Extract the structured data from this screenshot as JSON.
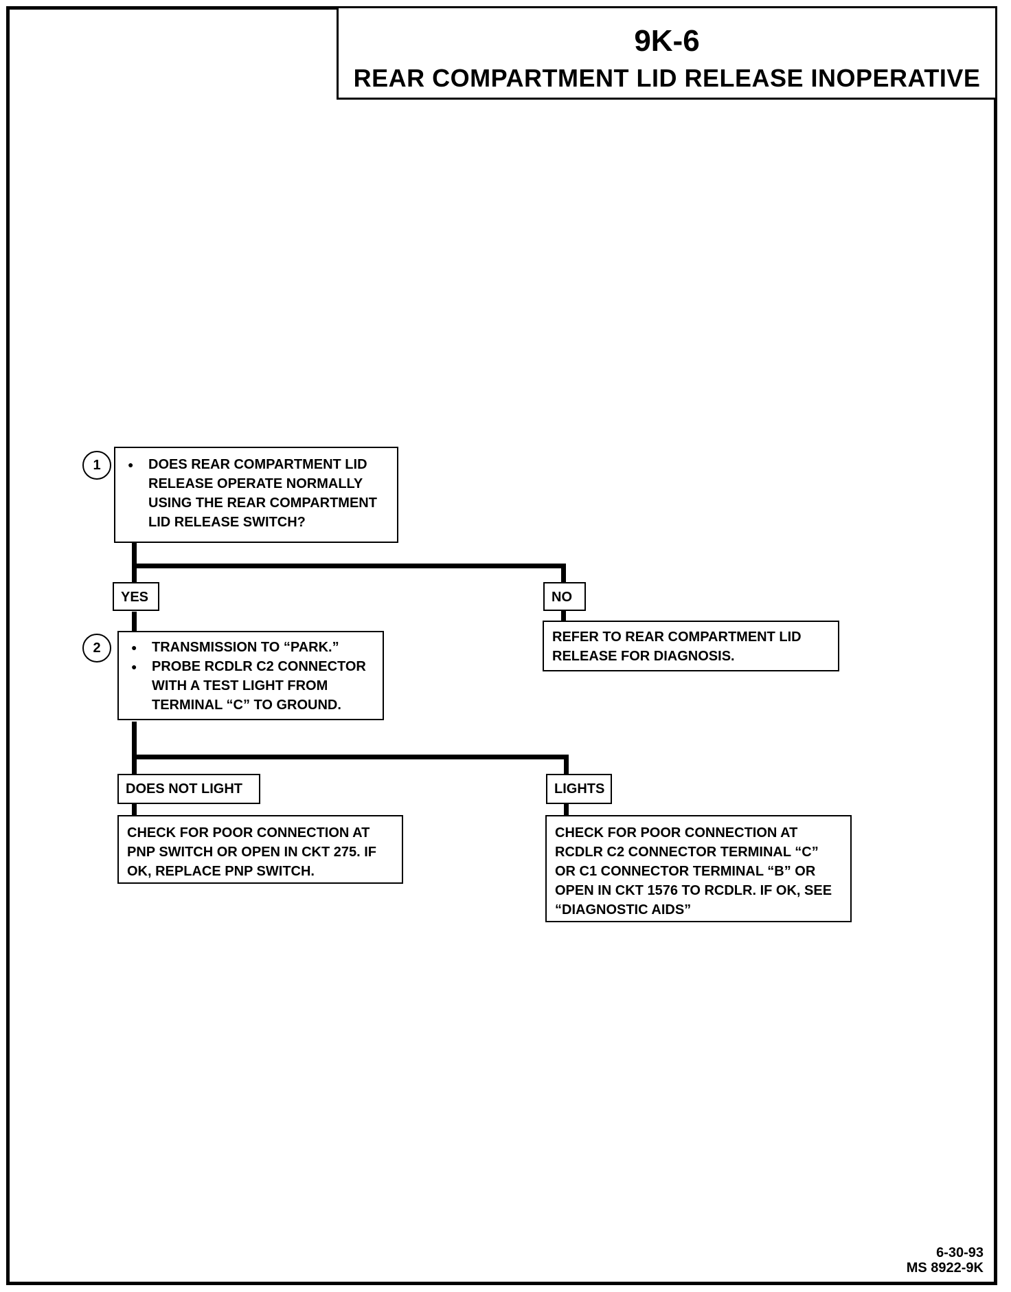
{
  "header": {
    "code": "9K-6",
    "title": "REAR COMPARTMENT LID RELEASE INOPERATIVE"
  },
  "steps": [
    {
      "number": "1",
      "bullets": [
        "DOES REAR COMPARTMENT LID RELEASE OPERATE NORMALLY USING THE REAR COMPARTMENT LID RELEASE SWITCH?"
      ]
    },
    {
      "number": "2",
      "bullets": [
        "TRANSMISSION TO “PARK.”",
        "PROBE RCDLR C2 CONNECTOR WITH A TEST LIGHT FROM TERMINAL “C” TO GROUND."
      ]
    }
  ],
  "branches": {
    "yes": "YES",
    "no": "NO",
    "does_not_light": "DOES NOT LIGHT",
    "lights": "LIGHTS"
  },
  "results": {
    "no_result": "REFER TO REAR COMPARTMENT LID RELEASE FOR DIAGNOSIS.",
    "does_not_light_result": "CHECK FOR POOR CONNECTION AT PNP SWITCH OR OPEN IN CKT 275. IF OK, REPLACE PNP SWITCH.",
    "lights_result": "CHECK FOR POOR CONNECTION AT RCDLR C2 CONNECTOR TERMINAL “C” OR C1 CONNECTOR TERMINAL “B” OR OPEN IN CKT 1576 TO RCDLR. IF OK, SEE “DIAGNOSTIC AIDS”"
  },
  "footer": {
    "date": "6-30-93",
    "doc_number": "MS 8922-9K"
  }
}
